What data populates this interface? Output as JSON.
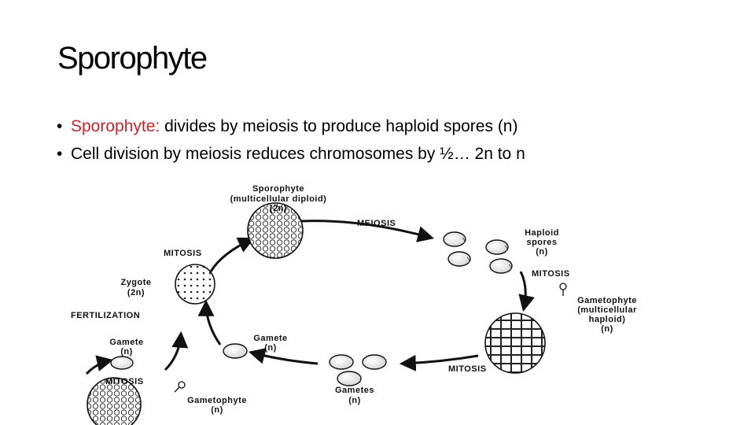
{
  "title": "Sporophyte",
  "bullets": [
    {
      "highlight": "Sporophyte:",
      "text": " divides by meiosis to produce haploid spores (n)"
    },
    {
      "highlight": "",
      "text": "Cell division by meiosis reduces chromosomes by ½… 2n to n"
    }
  ],
  "diagram": {
    "sporophyte": [
      "Sporophyte",
      "(multicellular diploid)",
      "(2n)"
    ],
    "meiosis": "MEIOSIS",
    "haploid_spores": [
      "Haploid",
      "spores",
      "(n)"
    ],
    "mitosis_right": "MITOSIS",
    "gametophyte_right": [
      "Gametophyte",
      "(multicellular",
      "haploid)",
      "(n)"
    ],
    "mitosis_bottom": "MITOSIS",
    "gametes": [
      "Gametes",
      "(n)"
    ],
    "gamete_mid": [
      "Gamete",
      "(n)"
    ],
    "gametophyte_left": [
      "Gametophyte",
      "(n)"
    ],
    "mitosis_left_bottom": "MITOSIS",
    "gamete_left": [
      "Gamete",
      "(n)"
    ],
    "fertilization": "FERTILIZATION",
    "zygote": [
      "Zygote",
      "(2n)"
    ],
    "mitosis_left_top": "MITOSIS"
  }
}
